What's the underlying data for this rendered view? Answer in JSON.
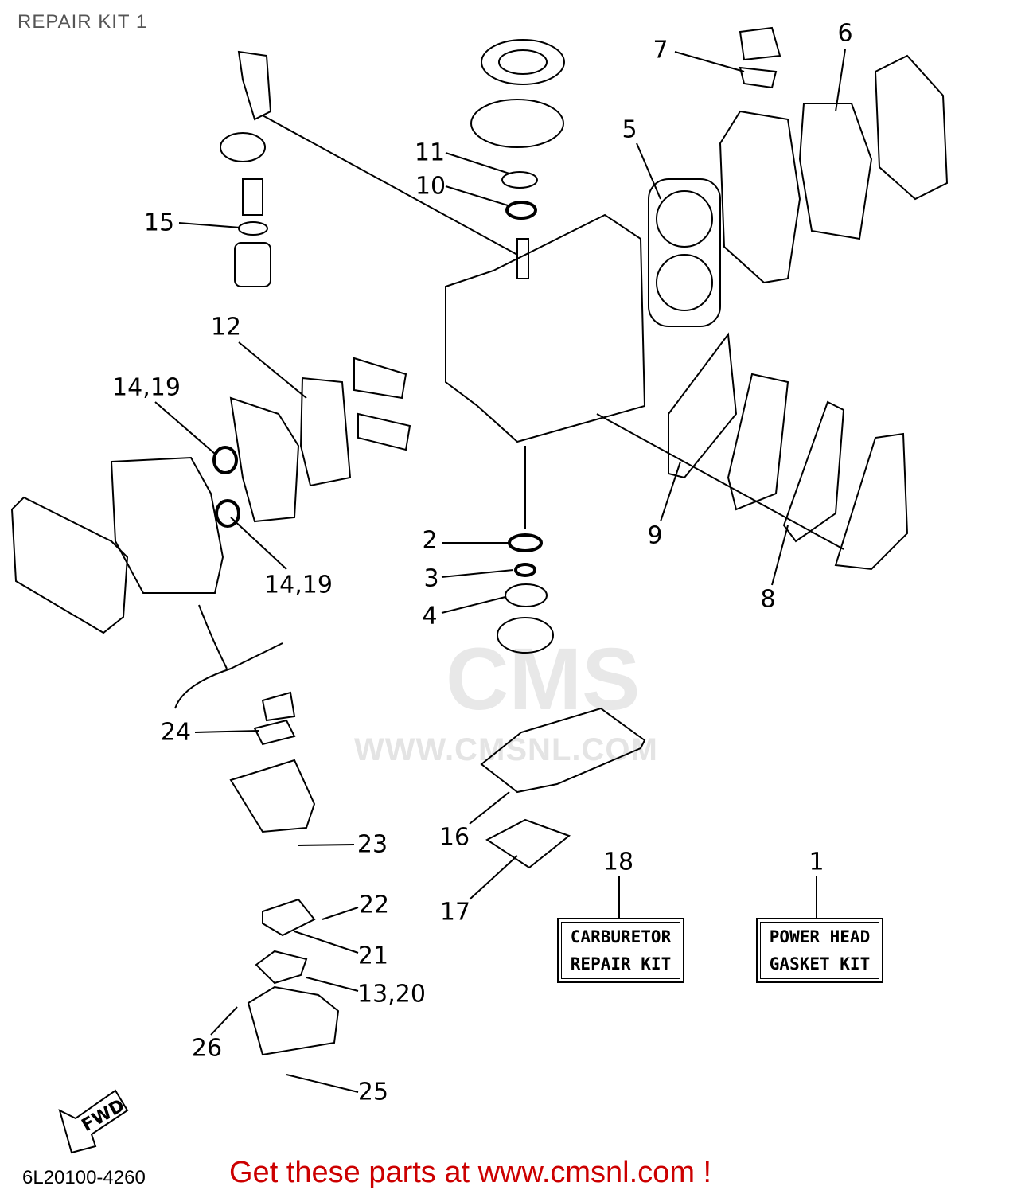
{
  "title": "REPAIR KIT 1",
  "diagram_code": "6L20100-4260",
  "promo_text": "Get these parts at www.cmsnl.com !",
  "watermark": {
    "logo": "CMS",
    "url": "WWW.CMSNL.COM"
  },
  "fwd_label": "FWD",
  "callouts": {
    "c1": "1",
    "c2": "2",
    "c3": "3",
    "c4": "4",
    "c5": "5",
    "c6": "6",
    "c7": "7",
    "c8": "8",
    "c9": "9",
    "c10": "10",
    "c11": "11",
    "c12": "12",
    "c14a": "14,19",
    "c14b": "14,19",
    "c15": "15",
    "c16": "16",
    "c17": "17",
    "c18": "18",
    "c13": "13,20",
    "c21": "21",
    "c22": "22",
    "c23": "23",
    "c24": "24",
    "c25": "25",
    "c26": "26"
  },
  "kits": {
    "carburetor": {
      "line1": "CARBURETOR",
      "line2": "REPAIR KIT"
    },
    "powerhead": {
      "line1": "POWER HEAD",
      "line2": "GASKET KIT"
    }
  }
}
